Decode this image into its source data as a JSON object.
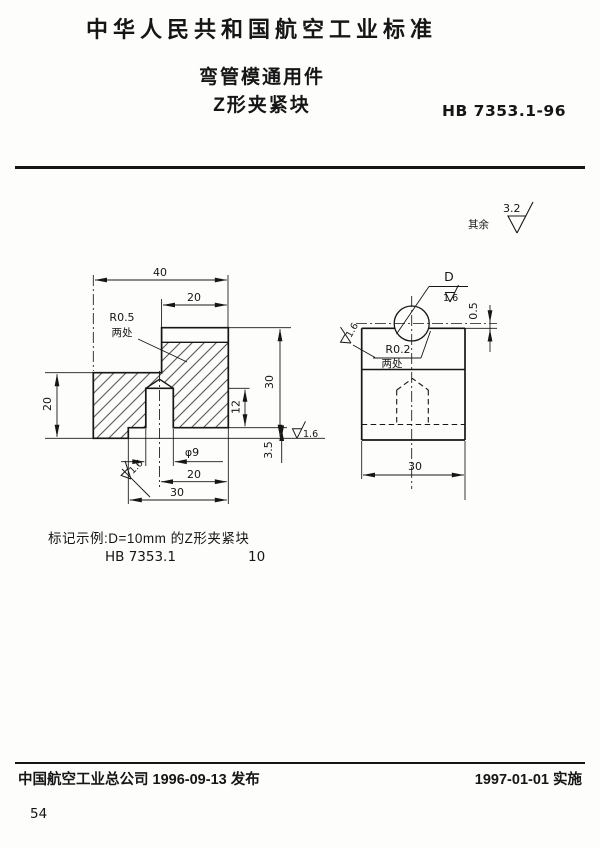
{
  "header": {
    "standard_title": "中华人民共和国航空工业标准",
    "product_title": "弯管模通用件",
    "part_title": "Z形夹紧块",
    "standard_number": "HB 7353.1-96"
  },
  "surface_note": {
    "prefix": "其余",
    "value": "3.2"
  },
  "left_view": {
    "dim_total_width": "40",
    "dim_top_width": "20",
    "fillet_radius": "R0.5",
    "fillet_places": "两处",
    "dim_left_height": "20",
    "dim_total_height": "30",
    "dim_counterbore_depth": "12",
    "dim_hole_diameter": "φ9",
    "dim_step_height": "3.5",
    "dim_hole_to_edge": "20",
    "dim_bottom_width": "30",
    "finish_bottom": "1.6",
    "finish_counterbore": "1.6"
  },
  "right_view": {
    "groove_diameter_label": "D",
    "finish_groove": "1.6",
    "dim_center_offset": "0.5",
    "fillet_radius": "R0.2",
    "fillet_places": "两处",
    "finish_step": "1.6",
    "dim_width": "30"
  },
  "marking_example": {
    "line1": "标记示例:D=10mm 的Z形夹紧块",
    "line2_number": "HB 7353.1",
    "line2_size": "10"
  },
  "footer": {
    "issuer": "中国航空工业总公司 1996-09-13 发布",
    "implementation": "1997-01-01 实施",
    "page_number": "54"
  }
}
